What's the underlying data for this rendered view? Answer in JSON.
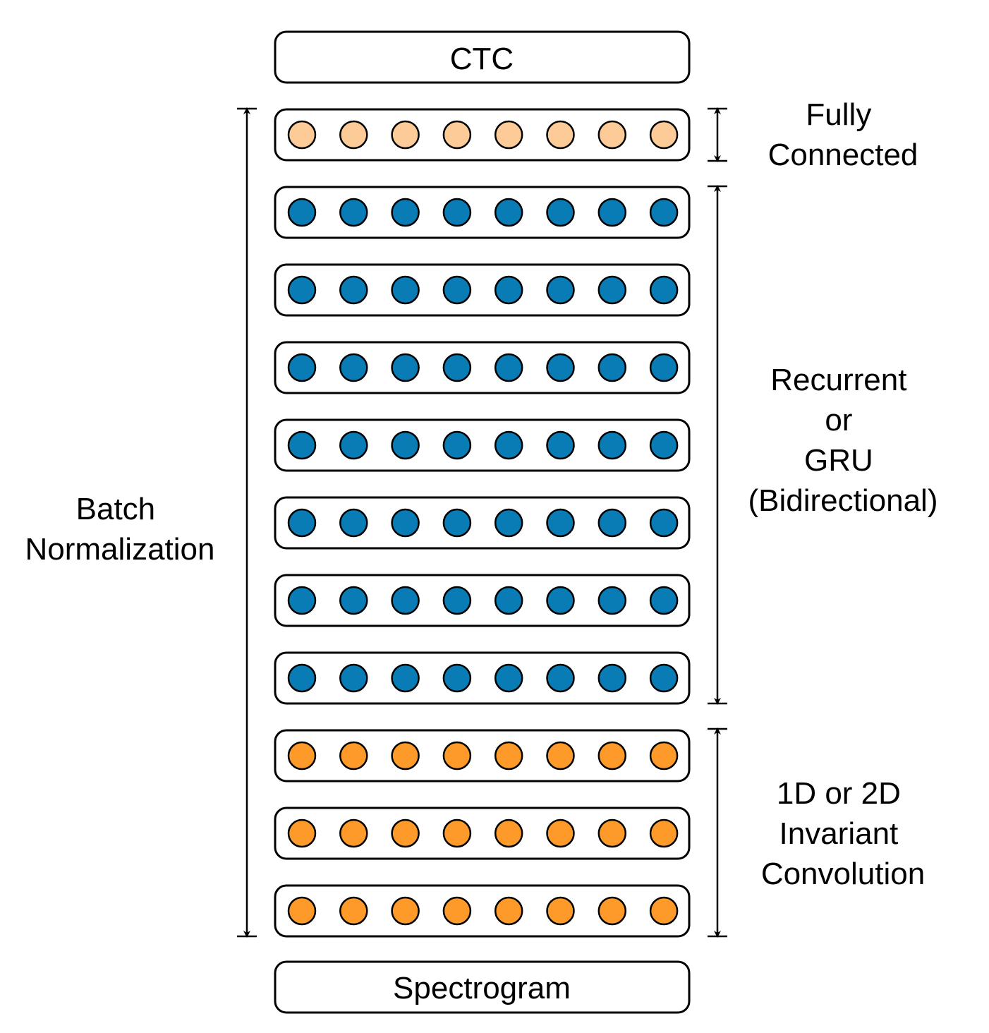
{
  "diagram": {
    "top_box_label": "CTC",
    "bottom_box_label": "Spectrogram",
    "units_per_layer": 8,
    "layers": [
      {
        "kind": "fully-connected",
        "color": "#FDCB98"
      },
      {
        "kind": "recurrent",
        "color": "#0A7CB5"
      },
      {
        "kind": "recurrent",
        "color": "#0A7CB5"
      },
      {
        "kind": "recurrent",
        "color": "#0A7CB5"
      },
      {
        "kind": "recurrent",
        "color": "#0A7CB5"
      },
      {
        "kind": "recurrent",
        "color": "#0A7CB5"
      },
      {
        "kind": "recurrent",
        "color": "#0A7CB5"
      },
      {
        "kind": "recurrent",
        "color": "#0A7CB5"
      },
      {
        "kind": "convolution",
        "color": "#FD9A2A"
      },
      {
        "kind": "convolution",
        "color": "#FD9A2A"
      },
      {
        "kind": "convolution",
        "color": "#FD9A2A"
      }
    ],
    "left_label": {
      "lines": [
        "Batch",
        "Normalization"
      ],
      "spans": "all-layers"
    },
    "right_labels": [
      {
        "group": "fully-connected",
        "lines": [
          "Fully",
          "Connected"
        ]
      },
      {
        "group": "recurrent",
        "lines": [
          "Recurrent",
          "or",
          "GRU",
          "(Bidirectional)"
        ]
      },
      {
        "group": "convolution",
        "lines": [
          "1D or 2D",
          "Invariant",
          "Convolution"
        ]
      }
    ]
  }
}
